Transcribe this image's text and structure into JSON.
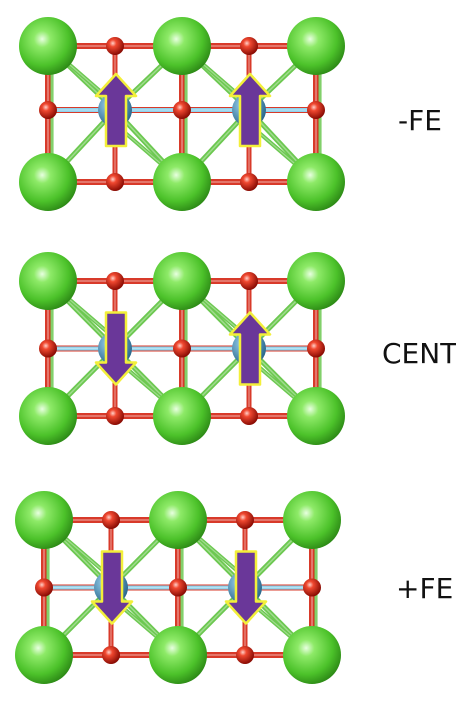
{
  "panels": [
    {
      "label": "-FE",
      "arrows": [
        "up",
        "up"
      ]
    },
    {
      "label": "CENT",
      "arrows": [
        "down",
        "up"
      ]
    },
    {
      "label": "+FE",
      "arrows": [
        "down",
        "down"
      ]
    }
  ],
  "colors": {
    "green_atom": "#5fd03c",
    "green_atom_dark": "#2f8f1a",
    "red_atom": "#e02a1a",
    "red_atom_dark": "#8d0e06",
    "blue_atom": "#6aa7c9",
    "blue_atom_dark": "#2f6f93",
    "bond_red": "#d83a2a",
    "bond_green": "#6cc850",
    "bond_blue": "#8fd2ec",
    "arrow_fill": "#6a3799",
    "arrow_stroke": "#f3ef3a"
  },
  "icons": {
    "green_atom": "green-sphere",
    "red_atom": "red-sphere",
    "blue_atom": "blue-sphere",
    "arrow": "polarization-arrow"
  }
}
